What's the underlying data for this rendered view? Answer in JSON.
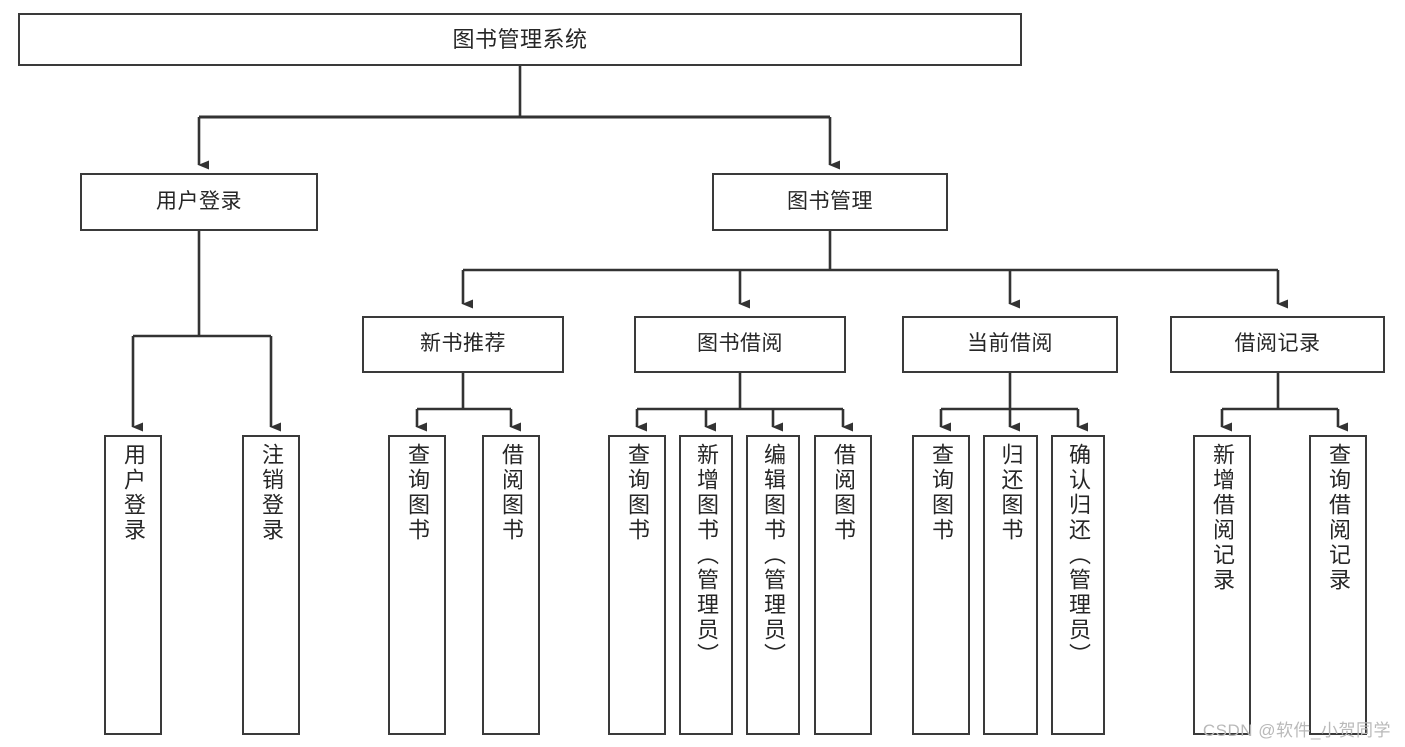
{
  "diagram": {
    "title": "图书管理系统",
    "watermark": "CSDN @软件_小贺同学",
    "colors": {
      "box_border": "#3a3a3a",
      "box_fill": "#ffffff",
      "edge": "#333333",
      "text": "#262626",
      "watermark": "#b9b9b9"
    },
    "nodes": {
      "root": {
        "label": "图书管理系统"
      },
      "level2": [
        {
          "id": "user-login",
          "label": "用户登录"
        },
        {
          "id": "book-manage",
          "label": "图书管理"
        }
      ],
      "level3": [
        {
          "id": "new-book-recommend",
          "label": "新书推荐"
        },
        {
          "id": "book-borrow",
          "label": "图书借阅"
        },
        {
          "id": "current-borrow",
          "label": "当前借阅"
        },
        {
          "id": "borrow-record",
          "label": "借阅记录"
        }
      ],
      "leaves": {
        "user_login": [
          {
            "id": "leaf-user-login",
            "label": "用户登录"
          },
          {
            "id": "leaf-logout-login",
            "label": "注销登录"
          }
        ],
        "new_book_recommend": [
          {
            "id": "leaf-query-book-1",
            "label": "查询图书"
          },
          {
            "id": "leaf-borrow-book-1",
            "label": "借阅图书"
          }
        ],
        "book_borrow": [
          {
            "id": "leaf-query-book-2",
            "label": "查询图书"
          },
          {
            "id": "leaf-add-book",
            "label": "新增图书（管理员）"
          },
          {
            "id": "leaf-edit-book",
            "label": "编辑图书（管理员）"
          },
          {
            "id": "leaf-borrow-book-2",
            "label": "借阅图书"
          }
        ],
        "current_borrow": [
          {
            "id": "leaf-query-book-3",
            "label": "查询图书"
          },
          {
            "id": "leaf-return-book",
            "label": "归还图书"
          },
          {
            "id": "leaf-confirm-return",
            "label": "确认归还（管理员）"
          }
        ],
        "borrow_record": [
          {
            "id": "leaf-add-borrow-record",
            "label": "新增借阅记录"
          },
          {
            "id": "leaf-query-borrow-record",
            "label": "查询借阅记录"
          }
        ]
      }
    }
  }
}
